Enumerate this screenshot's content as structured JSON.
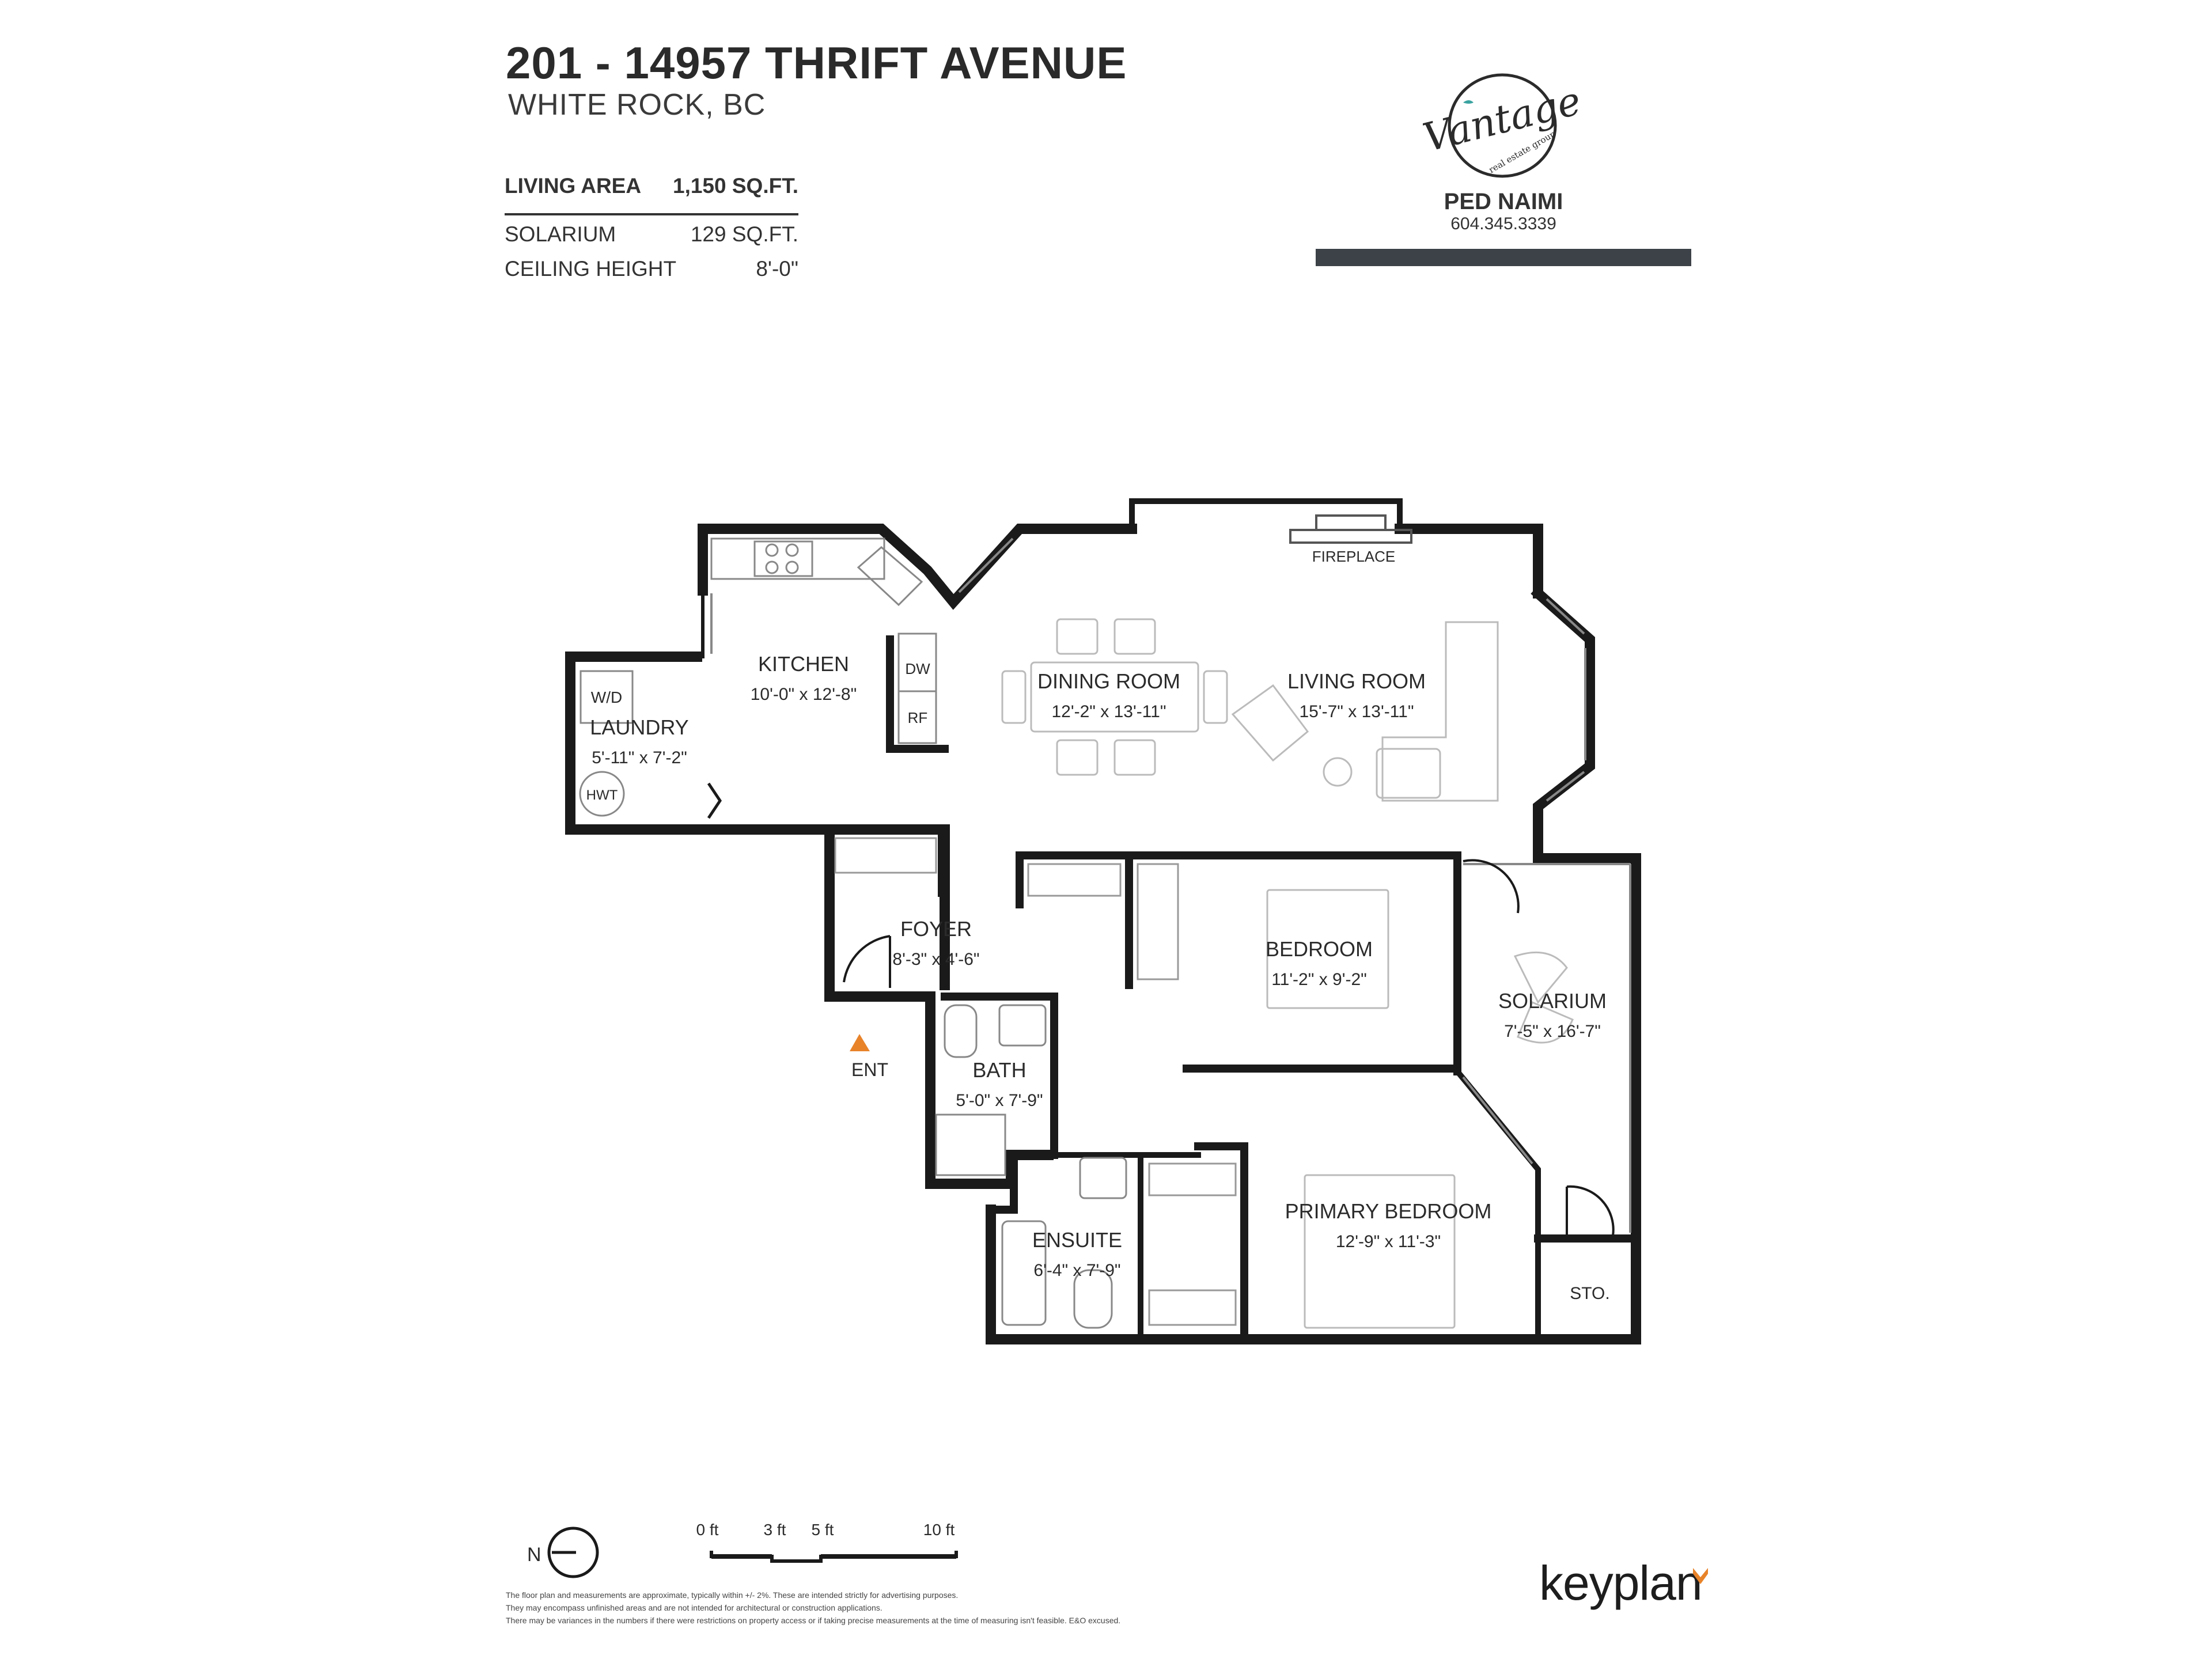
{
  "header": {
    "address": "201 - 14957 THRIFT AVENUE",
    "city": "WHITE ROCK, BC"
  },
  "stats": {
    "living_area_label": "LIVING AREA",
    "living_area_value": "1,150 SQ.FT.",
    "solarium_label": "SOLARIUM",
    "solarium_value": "129 SQ.FT.",
    "ceiling_label": "CEILING HEIGHT",
    "ceiling_value": "8'-0\""
  },
  "brand": {
    "logo_word": "Vantage",
    "logo_sub": "real estate group",
    "agent_name": "PED NAIMI",
    "agent_phone": "604.345.3339",
    "bar_color": "#3c4247"
  },
  "rooms": {
    "kitchen": {
      "name": "KITCHEN",
      "dims": "10'-0\"  x  12'-8\""
    },
    "laundry": {
      "name": "LAUNDRY",
      "dims": "5'-11\" x  7'-2\""
    },
    "dining": {
      "name": "DINING ROOM",
      "dims": "12'-2\"  x  13'-11\""
    },
    "living": {
      "name": "LIVING ROOM",
      "dims": "15'-7\"  x  13'-11\""
    },
    "foyer": {
      "name": "FOYER",
      "dims": "8'-3\"  x  4'-6\""
    },
    "bedroom": {
      "name": "BEDROOM",
      "dims": "11'-2\"  x  9'-2\""
    },
    "solarium": {
      "name": "SOLARIUM",
      "dims": "7'-5\"  x  16'-7\""
    },
    "bath": {
      "name": "BATH",
      "dims": "5'-0\" x  7'-9\""
    },
    "ensuite": {
      "name": "ENSUITE",
      "dims": "6'-4\" x  7'-9\""
    },
    "primary": {
      "name": "PRIMARY BEDROOM",
      "dims": "12'-9\"  x  11'-3\""
    },
    "storage": {
      "name": "STO."
    }
  },
  "fixtures": {
    "fireplace": "FIREPLACE",
    "washer_dryer": "W/D",
    "hot_water_tank": "HWT",
    "dishwasher": "DW",
    "fridge": "RF",
    "entry": "ENT",
    "entry_color": "#e8832a"
  },
  "compass": {
    "label": "N"
  },
  "scale": {
    "t0": "0 ft",
    "t3": "3 ft",
    "t5": "5 ft",
    "t10": "10 ft"
  },
  "disclaimer": [
    "The floor plan and measurements are approximate, typically within +/- 2%. These are intended strictly for advertising purposes.",
    "They may encompass unfinished areas and are not intended for architectural or construction applications.",
    "There may be variances in the numbers if there were restrictions on property access or if taking precise measurements at the time of measuring isn't feasible. E&O excused."
  ],
  "footer": {
    "keyplan": "keyplan",
    "keyplan_accent": "#e8832a"
  }
}
